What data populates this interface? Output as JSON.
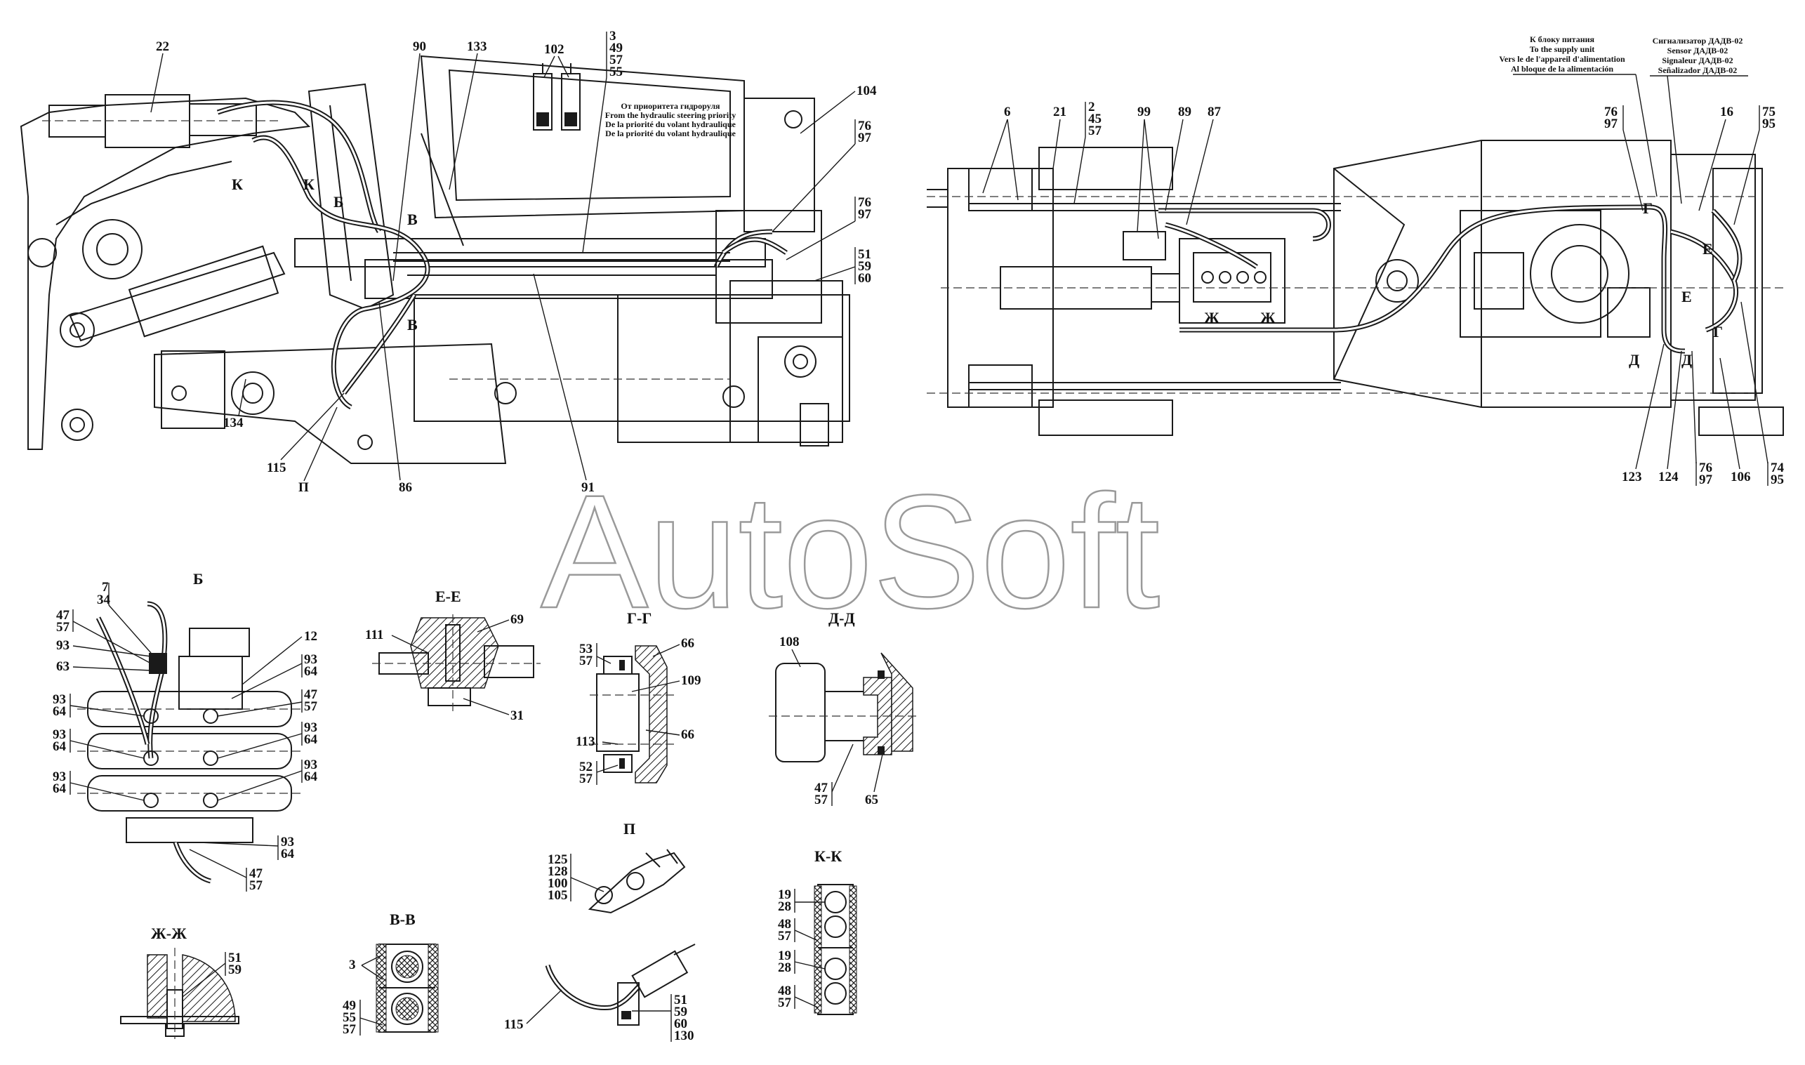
{
  "watermark": "AutoSoft",
  "notes": {
    "hydraulic_priority": [
      "От приоритета гидроруля",
      "From the hydraulic steering  priority",
      "De la priorité du volant hydraulique",
      "De la priorité du volant hydraulique"
    ],
    "supply_unit": [
      "К блоку питания",
      "To the supply unit",
      "Vers le de l'appareil d'alimentation",
      "Al bloque de la alimentación"
    ],
    "sensor": [
      "Сигнализатор ДАДВ-02",
      "Sensor ДАДВ-02",
      "Signaleur ДАДВ-02",
      "Señalizador ДАДВ-02"
    ]
  },
  "sections": {
    "b": "Б",
    "e_e": "Е-Е",
    "g_g": "Г-Г",
    "d_d": "Д-Д",
    "p": "П",
    "k_k": "К-К",
    "zh_zh": "Ж-Ж",
    "v_v": "В-В"
  },
  "view_marks": [
    "К",
    "К",
    "Б",
    "В",
    "В",
    "Г",
    "Е",
    "Е",
    "Ж",
    "Ж",
    "Д",
    "Д",
    "Г"
  ],
  "left_view_labels": {
    "l22": "22",
    "l90": "90",
    "l133": "133",
    "l102": "102",
    "l3": "3",
    "l49": "49",
    "l57": "57",
    "l55": "55",
    "l104": "104",
    "l76a": "76",
    "l97a": "97",
    "l76b": "76",
    "l97b": "97",
    "l51": "51",
    "l59": "59",
    "l60": "60",
    "l134": "134",
    "l115": "115",
    "lP": "П",
    "l86": "86",
    "l91": "91"
  },
  "top_view_labels": {
    "l6": "6",
    "l21": "21",
    "l2": "2",
    "l45": "45",
    "l57": "57",
    "l99": "99",
    "l89": "89",
    "l87": "87",
    "l76": "76",
    "l97": "97",
    "l16": "16",
    "l75": "75",
    "l95": "95",
    "l123": "123",
    "l124": "124",
    "l76b": "76",
    "l97b": "97",
    "l106": "106",
    "l74": "74",
    "l95b": "95"
  },
  "sec_b_labels": [
    "7",
    "34",
    "47",
    "57",
    "93",
    "63",
    "12",
    "93",
    "64",
    "93",
    "64",
    "47",
    "57",
    "93",
    "64",
    "93",
    "64",
    "93",
    "64",
    "93",
    "64",
    "93",
    "64",
    "47",
    "57"
  ],
  "sec_ee_labels": [
    "111",
    "69",
    "31"
  ],
  "sec_gg_labels": [
    "53",
    "57",
    "66",
    "109",
    "66",
    "113",
    "52",
    "57"
  ],
  "sec_dd_labels": [
    "108",
    "47",
    "57",
    "65"
  ],
  "sec_p_labels": [
    "125",
    "128",
    "100",
    "105",
    "51",
    "59",
    "60",
    "130",
    "115"
  ],
  "sec_kk_labels": [
    "19",
    "28",
    "48",
    "57",
    "19",
    "28",
    "48",
    "57"
  ],
  "sec_zhzh_labels": [
    "51",
    "59"
  ],
  "sec_vv_labels": [
    "3",
    "49",
    "55",
    "57"
  ]
}
